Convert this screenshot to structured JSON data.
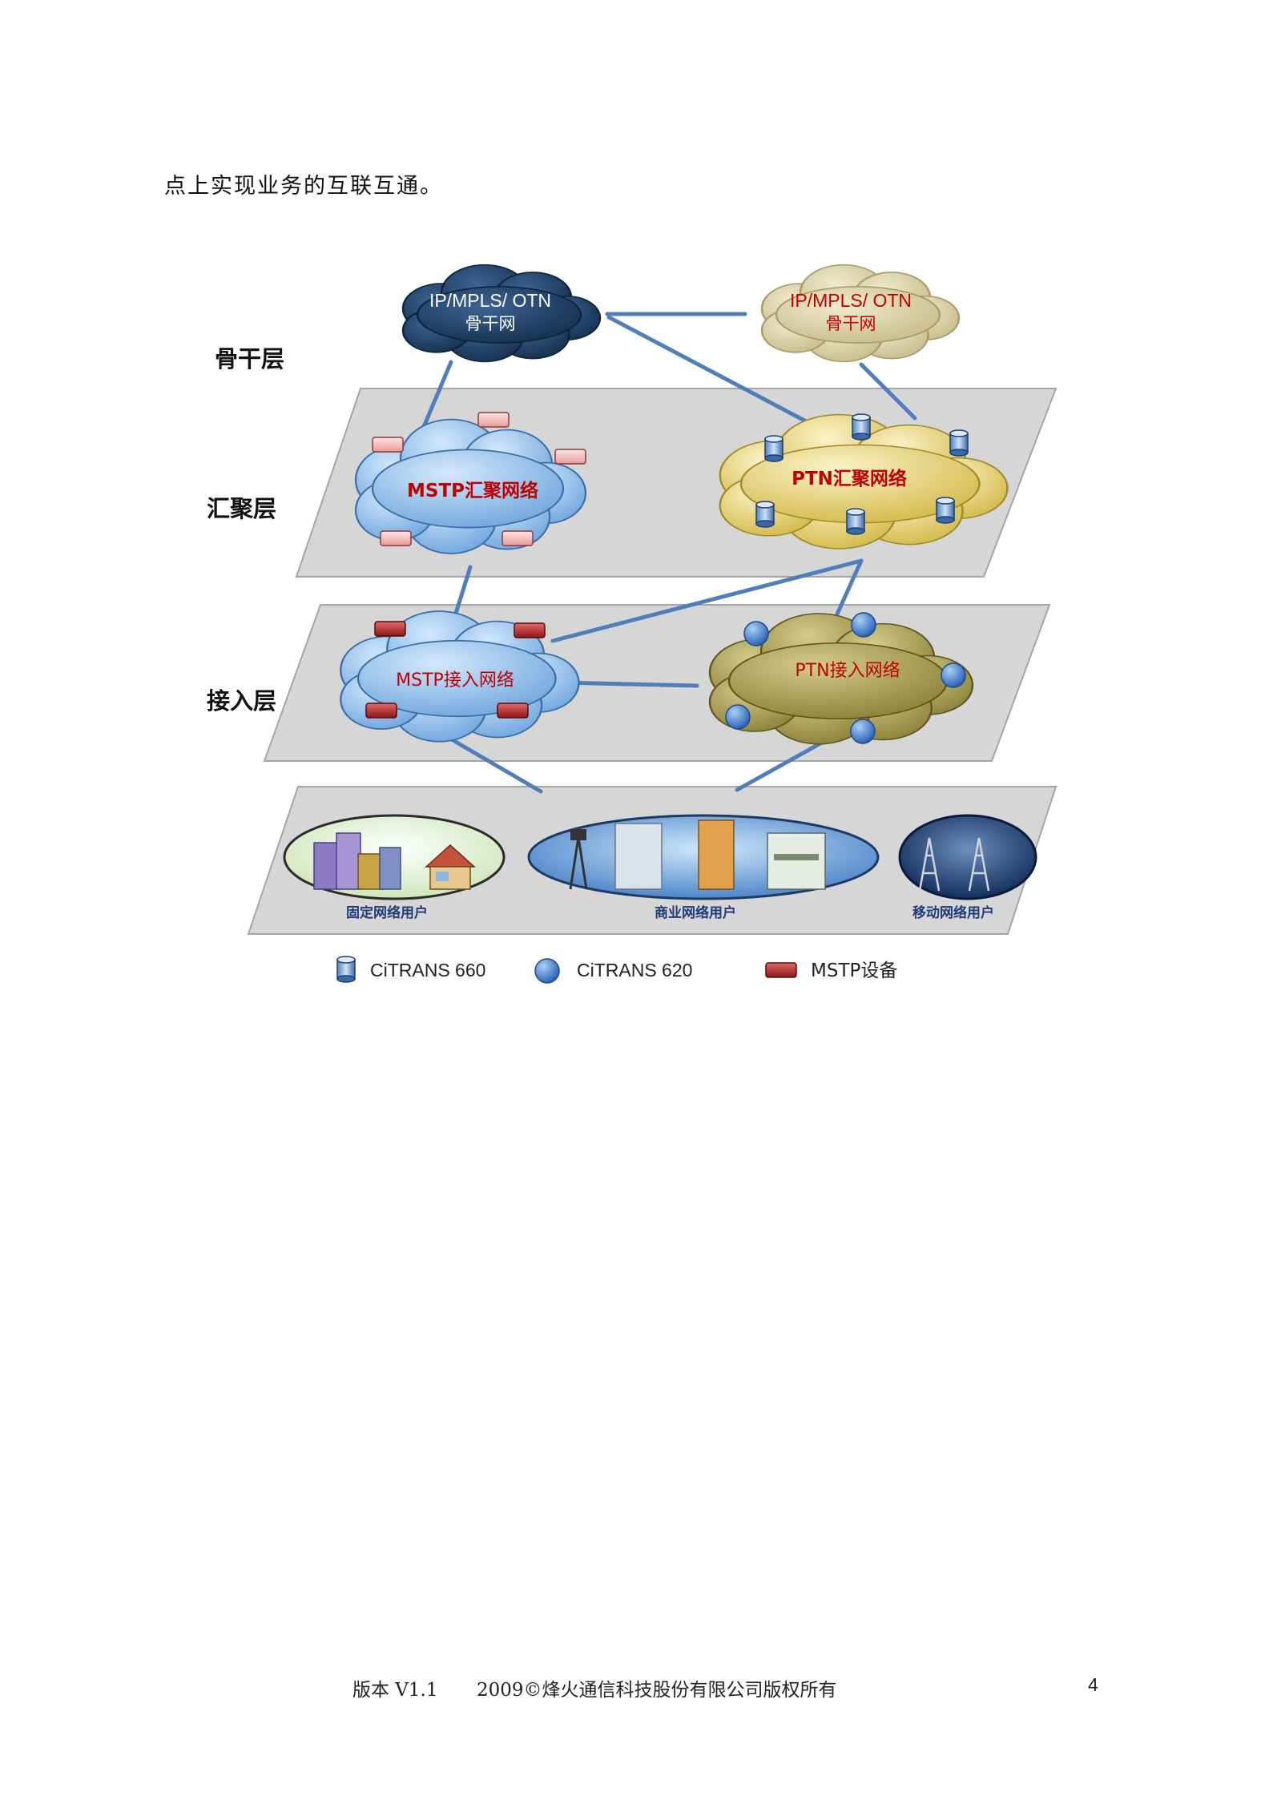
{
  "paragraph": "点上实现业务的互联互通。",
  "diagram": {
    "layers": {
      "backbone": "骨干层",
      "aggregation": "汇聚层",
      "access": "接入层"
    },
    "clouds": {
      "backbone_left": {
        "line1": "IP/MPLS/ OTN",
        "line2": "骨干网"
      },
      "backbone_right": {
        "line1": "IP/MPLS/ OTN",
        "line2": "骨干网"
      },
      "mstp_aggregation": "MSTP汇聚网络",
      "ptn_aggregation": "PTN汇聚网络",
      "mstp_access": "MSTP接入网络",
      "ptn_access": "PTN接入网络"
    },
    "user_groups": {
      "fixed": "固定网络用户",
      "business": "商业网络用户",
      "mobile": "移动网络用户"
    },
    "legend": [
      {
        "icon": "cylinder-icon",
        "label": "CiTRANS 660"
      },
      {
        "icon": "sphere-icon",
        "label": "CiTRANS 620"
      },
      {
        "icon": "mstp-device-icon",
        "label": "MSTP设备"
      }
    ],
    "colors": {
      "backbone_left_cloud": "#1e3f66",
      "backbone_right_cloud": "#dcd3a8",
      "mstp_cloud": "#8fbde8",
      "ptn_aggregation_cloud": "#e3cf72",
      "ptn_access_cloud": "#a69b4e",
      "layer_plane": "#d9d9d9",
      "link_line": "#4f7fb8",
      "cloud_text_red": "#c00000",
      "user_group_label": "#1f3b7a"
    }
  },
  "footer": {
    "version": "版本 V1.1",
    "copyright": "2009©烽火通信科技股份有限公司版权所有",
    "page_number": "4"
  }
}
